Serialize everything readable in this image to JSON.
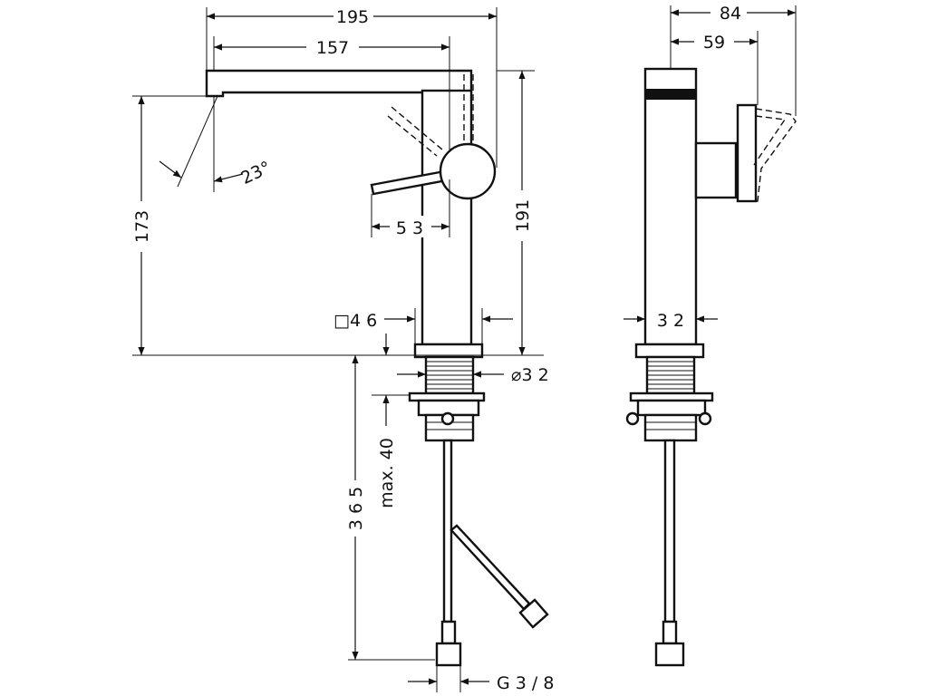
{
  "dimensions": {
    "spout_reach_total": "195",
    "spout_reach": "157",
    "side_depth_total": "84",
    "side_depth": "59",
    "spout_angle": "23°",
    "spout_height": "173",
    "overall_height": "191",
    "lever_offset": "5 3",
    "body_square": "□4 6",
    "side_width": "3 2",
    "thread_diameter": "⌀3 2",
    "max_thickness": "max. 40",
    "hose_length": "3 6 5",
    "connection": "G  3 / 8"
  }
}
